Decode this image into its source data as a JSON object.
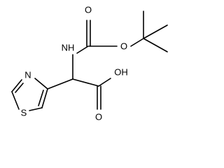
{
  "molecule": {
    "labels": {
      "oxygen_carbonyl_boc": "O",
      "oxygen_ester_boc": "O",
      "amine": "NH",
      "oxygen_carbonyl_acid": "O",
      "hydroxyl": "OH",
      "ring_nitrogen": "N",
      "ring_sulfur": "S"
    }
  }
}
